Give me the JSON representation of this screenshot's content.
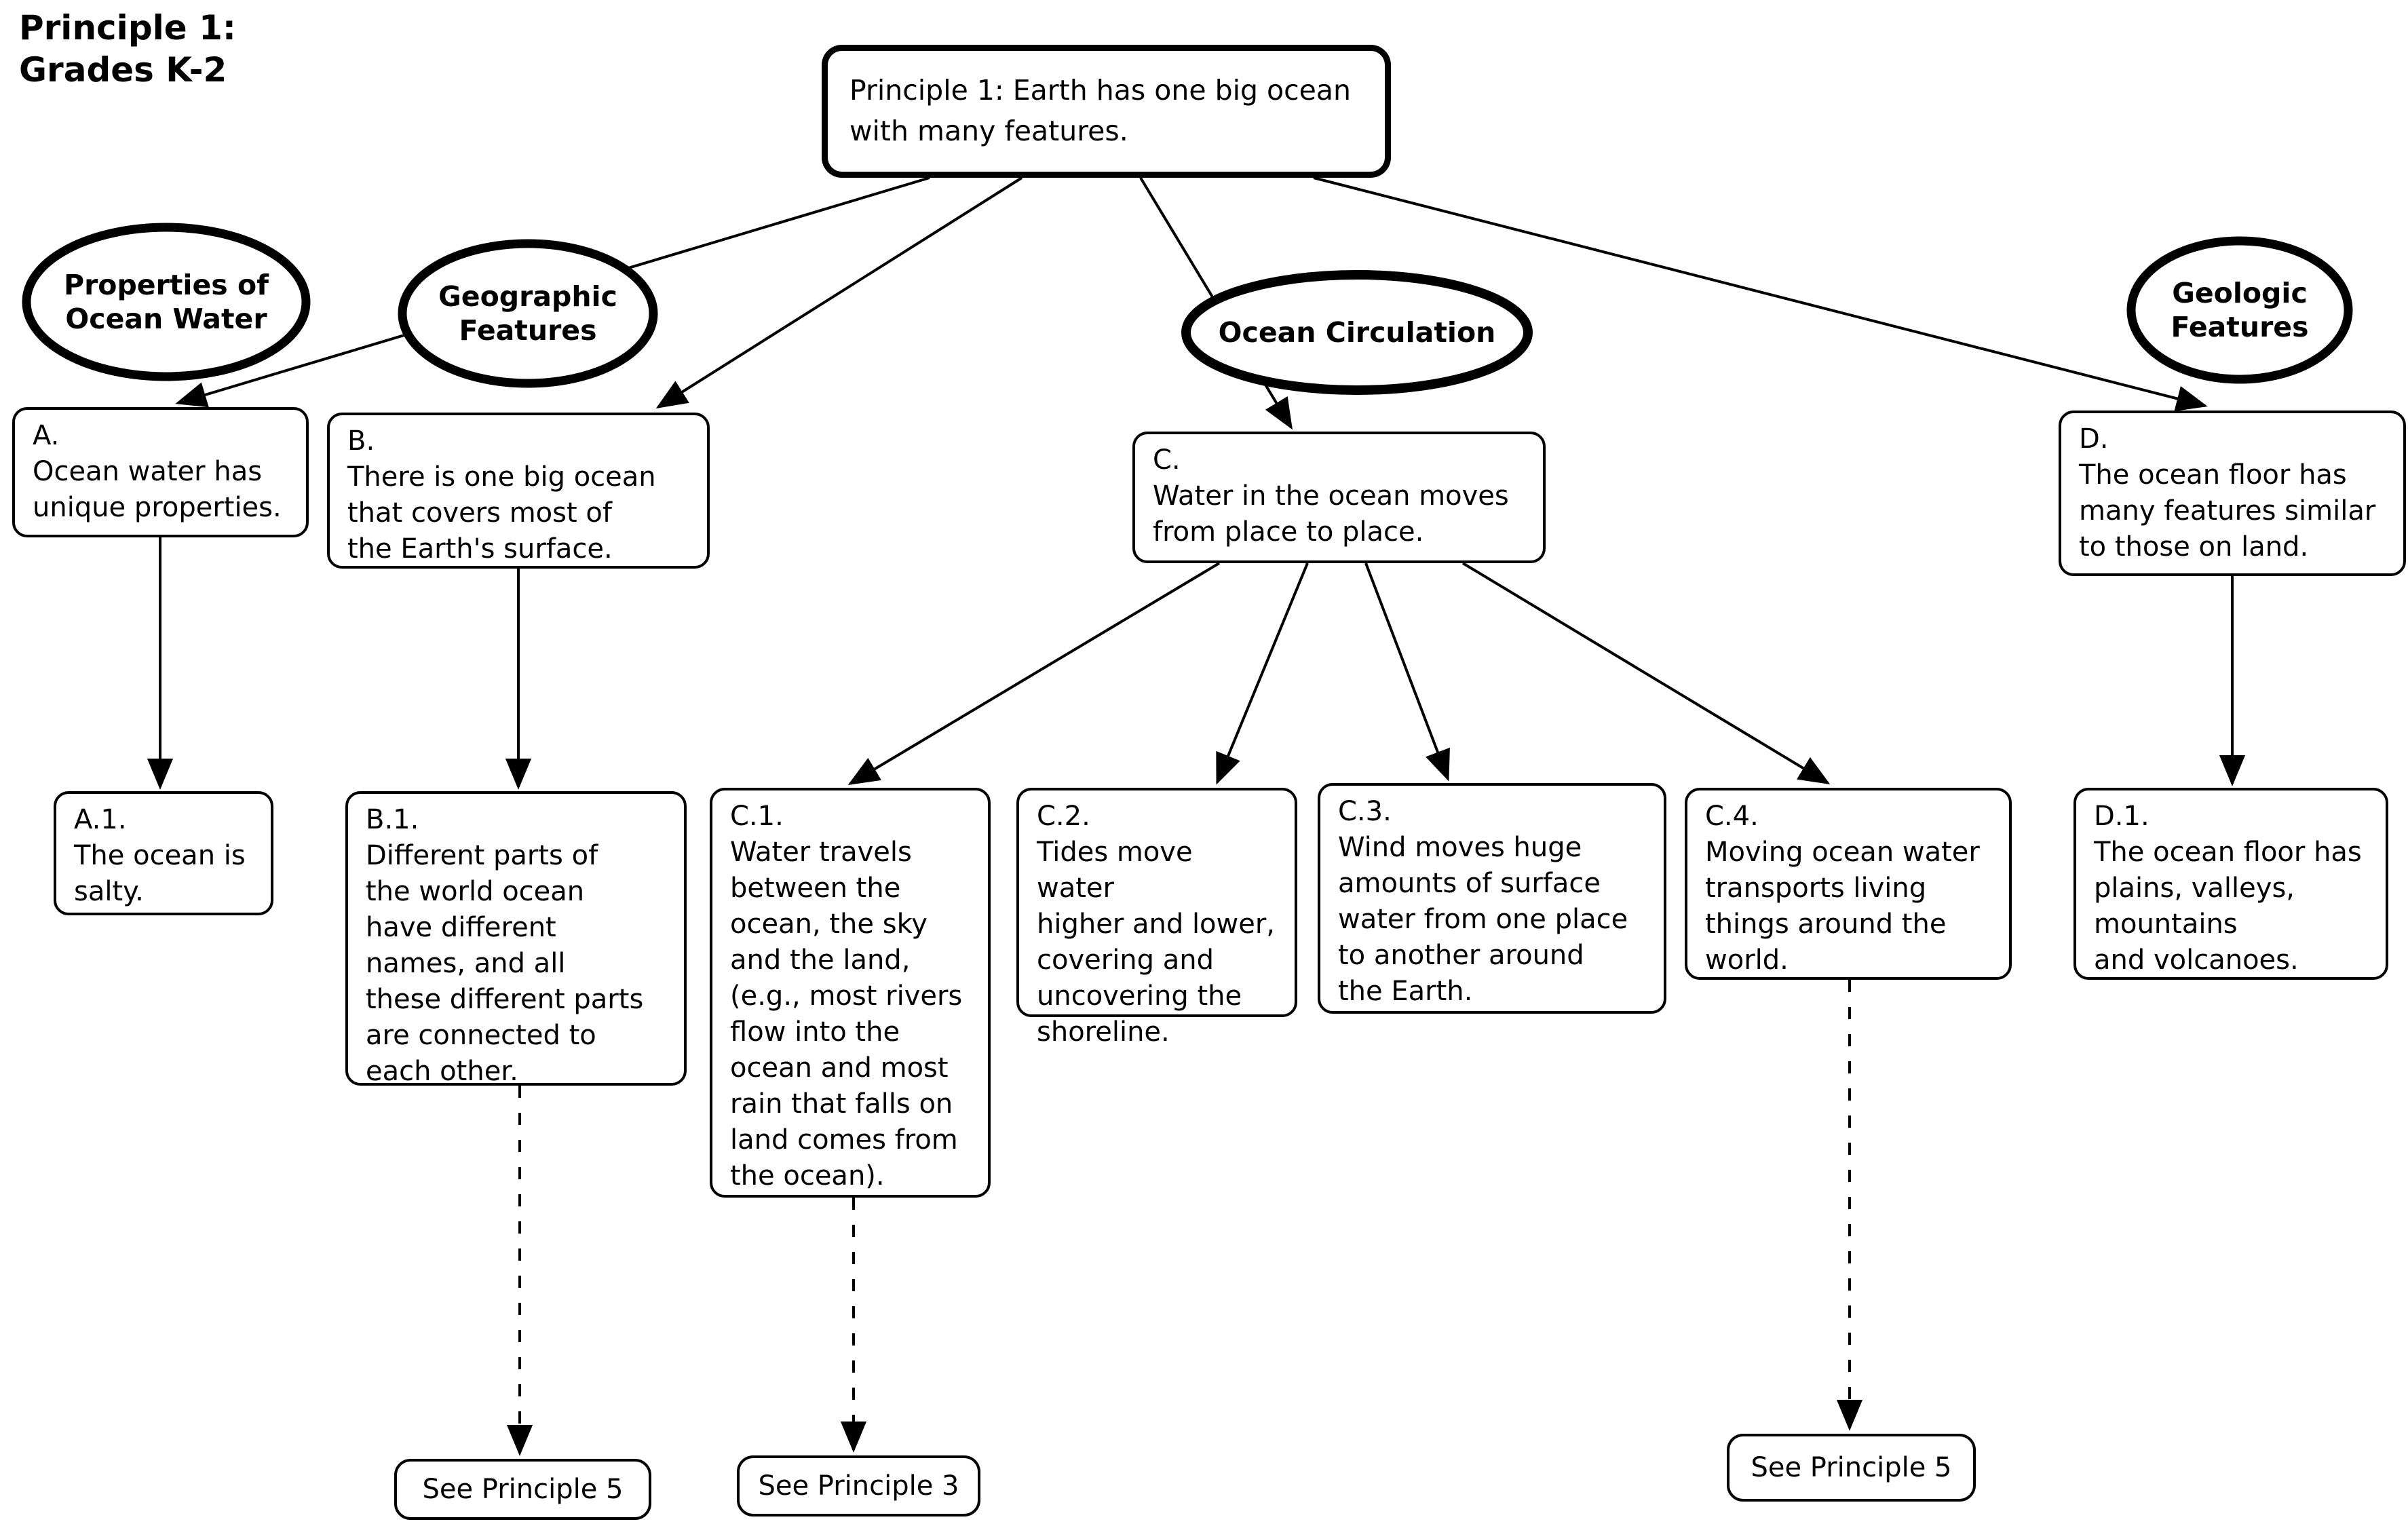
{
  "title": "Principle 1:\nGrades K-2",
  "root": {
    "text": "Principle 1: Earth has one big ocean\nwith many features."
  },
  "categories": {
    "properties": {
      "label": "Properties of\nOcean Water"
    },
    "geographic": {
      "label": "Geographic\nFeatures"
    },
    "circulation": {
      "label": "Ocean Circulation"
    },
    "geologic": {
      "label": "Geologic\nFeatures"
    }
  },
  "nodes": {
    "a": {
      "text": "A.\nOcean water has\nunique properties."
    },
    "b": {
      "text": "B.\nThere is one big ocean\nthat covers most of\nthe Earth's surface."
    },
    "c": {
      "text": "C.\nWater in the ocean moves\nfrom place to place."
    },
    "d": {
      "text": "D.\nThe ocean floor has\nmany features similar\nto those on land."
    },
    "a1": {
      "text": "A.1.\nThe ocean is\nsalty."
    },
    "b1": {
      "text": "B.1.\nDifferent parts of\nthe world ocean\nhave different\nnames, and all\nthese different parts\nare connected to\neach other."
    },
    "c1": {
      "text": "C.1.\nWater travels\nbetween the\nocean, the sky\nand the land,\n(e.g., most rivers\nflow into the\nocean and most\nrain that falls on\nland comes from\nthe ocean)."
    },
    "c2": {
      "text": "C.2.\nTides move water\nhigher and lower,\ncovering and\nuncovering the\nshoreline."
    },
    "c3": {
      "text": "C.3.\nWind moves huge\namounts of surface\nwater from one place\nto another around\nthe Earth."
    },
    "c4": {
      "text": "C.4.\nMoving ocean water\ntransports living\nthings around the\nworld."
    },
    "d1": {
      "text": "D.1.\nThe ocean floor has\nplains, valleys,\nmountains\nand volcanoes."
    }
  },
  "refs": {
    "see5_left": {
      "label": "See Principle 5"
    },
    "see3": {
      "label": "See Principle 3"
    },
    "see5_right": {
      "label": "See Principle 5"
    }
  },
  "colors": {
    "ink": "#000000",
    "background": "#ffffff"
  }
}
